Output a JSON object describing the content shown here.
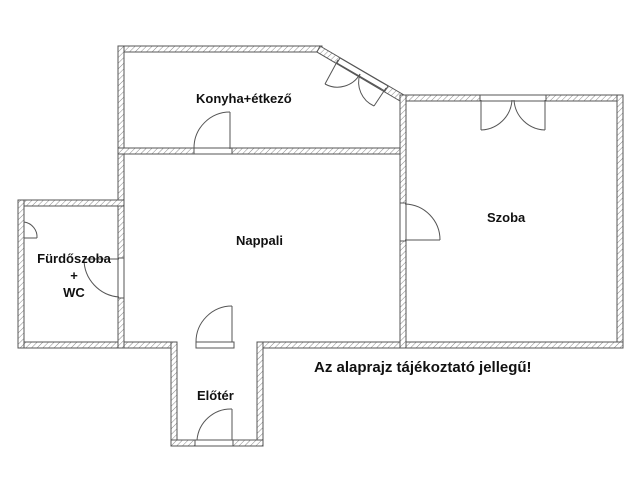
{
  "plan": {
    "rooms": [
      {
        "id": "konyha",
        "label": "Konyha+étkező"
      },
      {
        "id": "szoba",
        "label": "Szoba"
      },
      {
        "id": "nappali",
        "label": "Nappali"
      },
      {
        "id": "furdo",
        "label_line1": "Fürdőszoba",
        "label_line2": "+",
        "label_line3": "WC"
      },
      {
        "id": "eloter",
        "label": "Előtér"
      }
    ],
    "note": "Az alaprajz tájékoztató jellegű!",
    "colors": {
      "wall": "#555555",
      "text": "#111111",
      "background": "#ffffff"
    }
  }
}
